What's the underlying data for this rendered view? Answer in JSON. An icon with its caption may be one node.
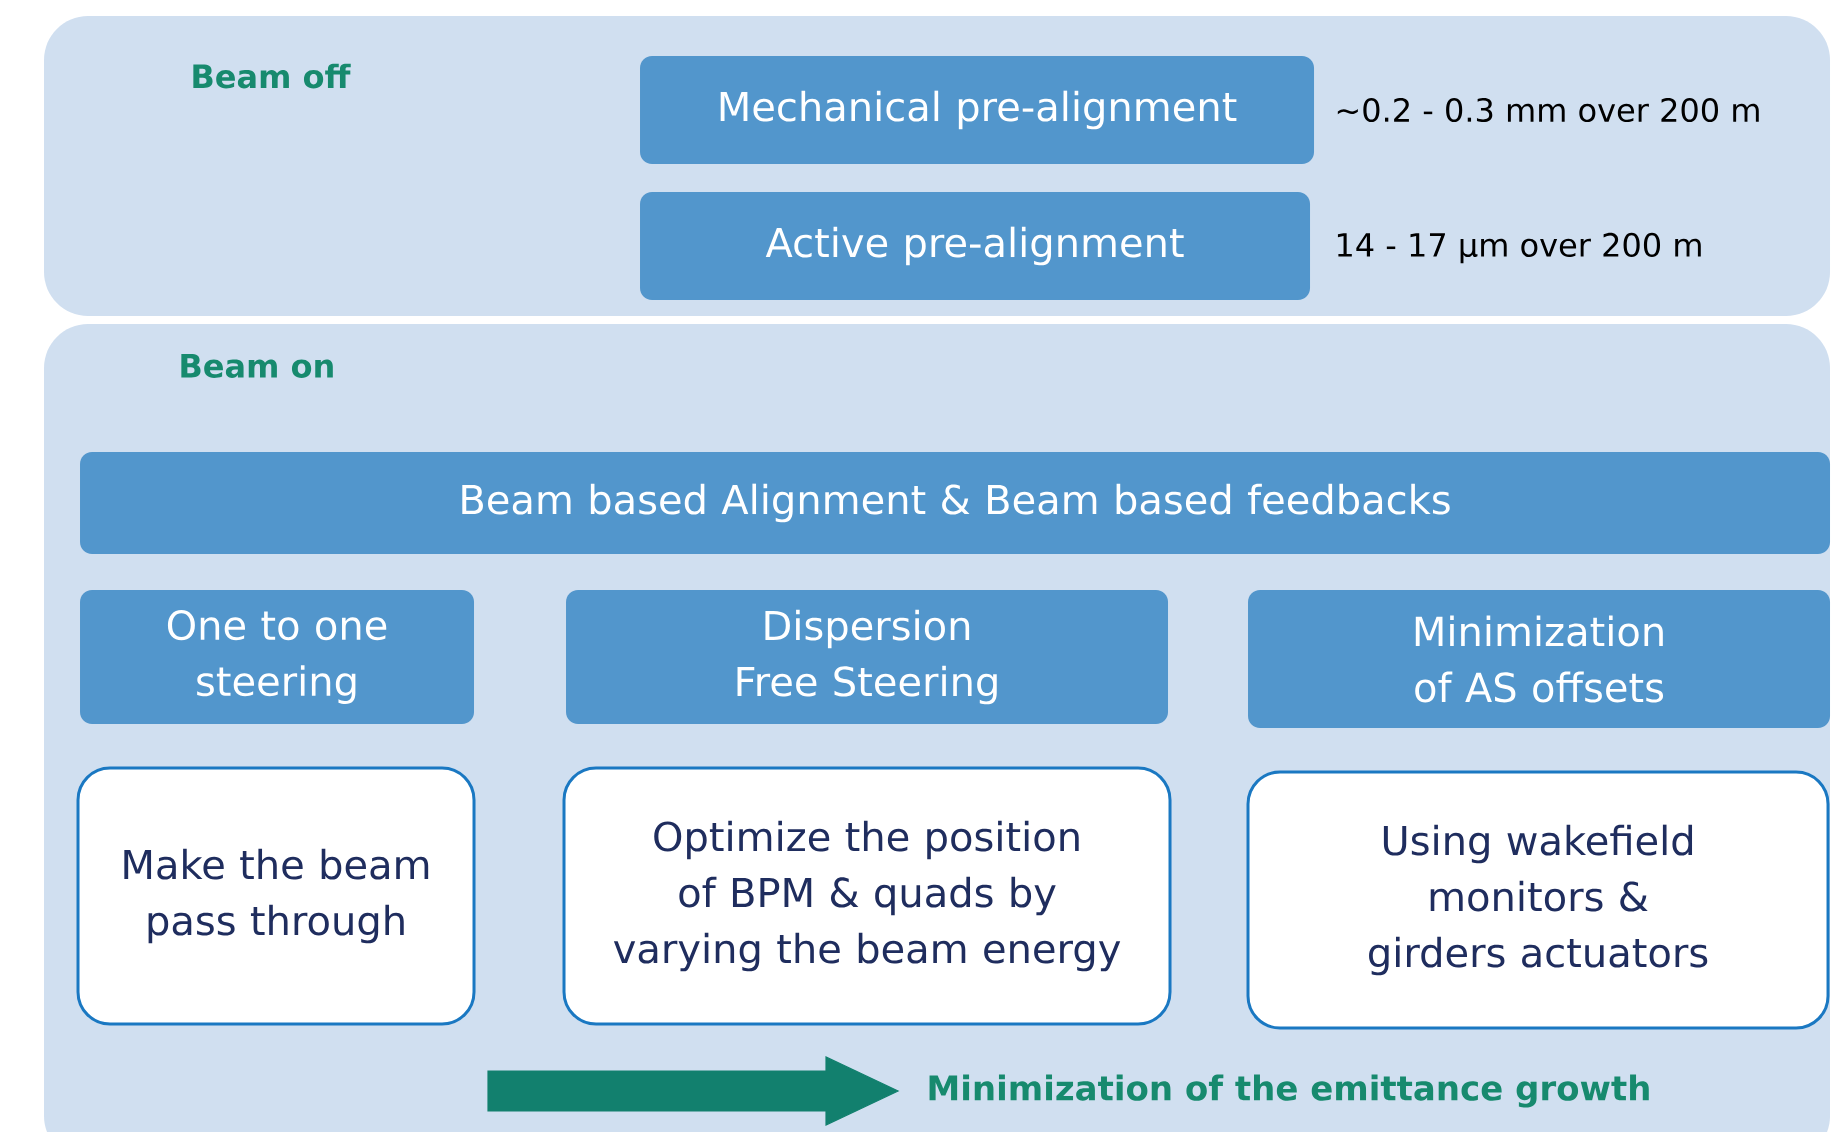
{
  "diagram": {
    "nodes": [
      {
        "text": [
          "Beam off"
        ]
      },
      {
        "text": [
          "Mechanical pre-alignment"
        ],
        "in": 0,
        "beside": [
          "~0.2 - 0.3 mm over 200 m"
        ]
      },
      {
        "text": [
          "Active pre-alignment"
        ],
        "in": 0,
        "beside": [
          "14 - 17 µm over 200 m"
        ]
      },
      {
        "text": [
          "Beam on"
        ]
      },
      {
        "text": [
          "Beam based Alignment & Beam based feedbacks"
        ],
        "in": 3
      },
      {
        "text": [
          "One to one steering"
        ],
        "in": 3
      },
      {
        "text": [
          "Dispersion Free Steering"
        ],
        "in": 3
      },
      {
        "text": [
          "Minimization of AS offsets"
        ],
        "in": 3
      },
      {
        "text": [
          "Make the beam pass through"
        ],
        "in": 3
      },
      {
        "text": [
          "Optimize the position of BPM & quads by varying the beam energy"
        ],
        "in": 3
      },
      {
        "text": [
          "Using wakefield monitors & girders actuators"
        ],
        "in": 3
      },
      {
        "text": [
          "Minimization of the emittance growth"
        ],
        "in": 3
      }
    ],
    "edges": [
      {
        "from": null,
        "to": 11,
        "arrow": "to",
        "style": "thick",
        "color": "#12806e"
      }
    ]
  }
}
